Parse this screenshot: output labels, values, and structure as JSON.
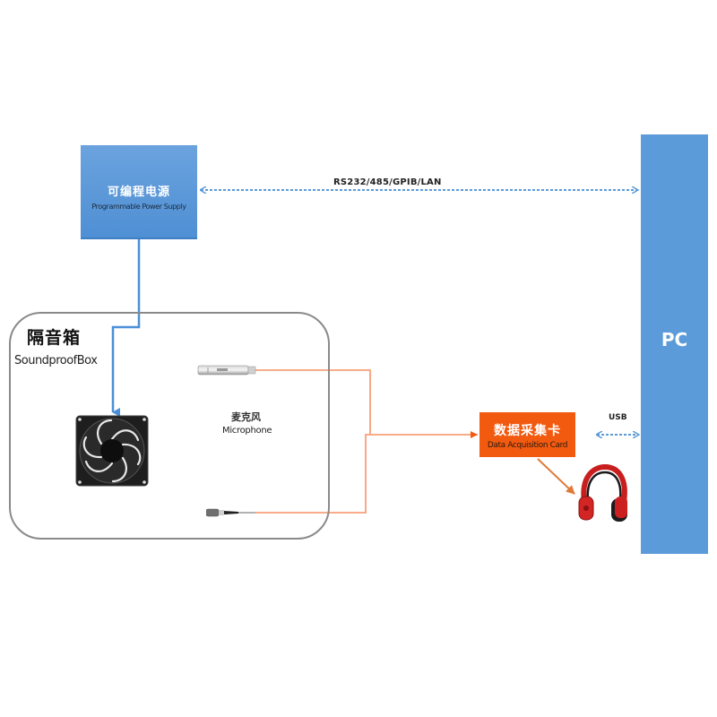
{
  "diagram": {
    "nodes": {
      "power_supply": {
        "label_cn": "可编程电源",
        "label_en": "Programmable Power Supply",
        "color": "#5b9bd9"
      },
      "pc": {
        "label": "PC",
        "color": "#5b9bd9"
      },
      "soundproof_box": {
        "label_cn": "隔音箱",
        "label_en": "SoundproofBox",
        "border_color": "#8a8a8a"
      },
      "microphone": {
        "label_cn": "麦克风",
        "label_en": "Microphone"
      },
      "daq_card": {
        "label_cn": "数据采集卡",
        "label_en": "Data Acquisition Card",
        "color": "#f25a10"
      },
      "fan": {
        "icon": "fan-icon"
      },
      "headphones": {
        "icon": "headphones-icon"
      }
    },
    "edges": {
      "psu_pc": {
        "label": "RS232/485/GPIB/LAN",
        "style": "dashed",
        "direction": "both",
        "color": "#5b9bd9"
      },
      "daq_pc": {
        "label": "USB",
        "style": "dashed",
        "direction": "both",
        "color": "#5b9bd9"
      },
      "psu_fan": {
        "style": "solid",
        "color": "#4a90d9"
      },
      "mic_daq": {
        "style": "solid",
        "color": "#f7a07a"
      },
      "daq_headphones": {
        "style": "solid",
        "color": "#e07a3a"
      }
    }
  }
}
